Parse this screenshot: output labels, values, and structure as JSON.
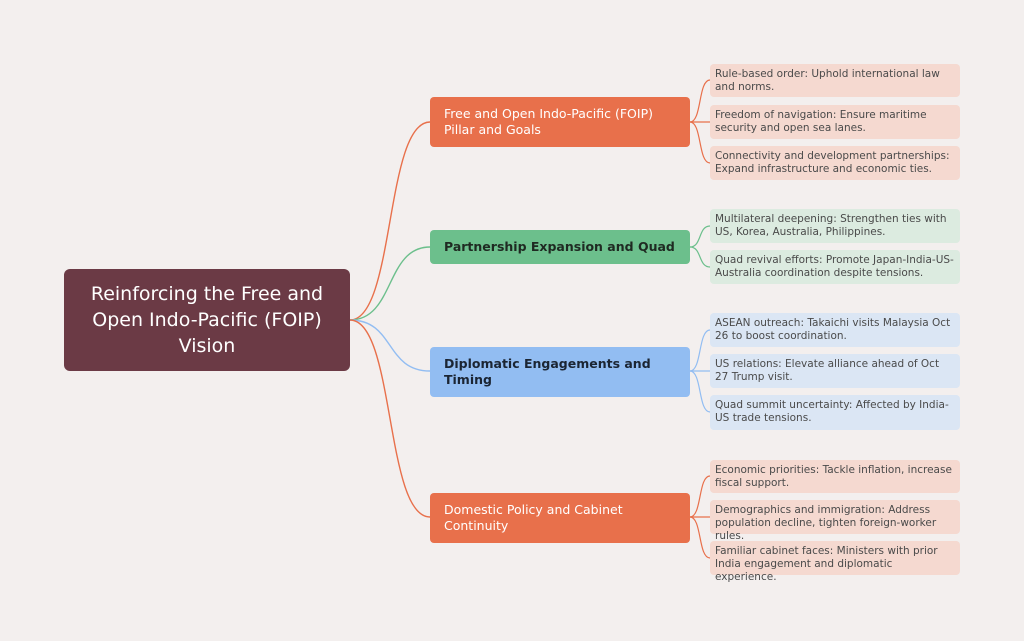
{
  "root": {
    "label": "Reinforcing the Free and Open Indo-Pacific (FOIP) Vision"
  },
  "colors": {
    "root": "#6b3a45",
    "orange": "#e8704b",
    "green": "#6cbf8c",
    "blue": "#92bdf2",
    "background": "#f3efee"
  },
  "branches": [
    {
      "label": "Free and Open Indo-Pacific (FOIP) Pillar and Goals",
      "color": "orange",
      "leaves": [
        "Rule-based order: Uphold international law and norms.",
        "Freedom of navigation: Ensure maritime security and open sea lanes.",
        "Connectivity and development partnerships: Expand infrastructure and economic ties."
      ]
    },
    {
      "label": "Partnership Expansion and Quad",
      "color": "green",
      "leaves": [
        "Multilateral deepening: Strengthen ties with US, Korea, Australia, Philippines.",
        "Quad revival efforts: Promote Japan-India-US-Australia coordination despite tensions."
      ]
    },
    {
      "label": "Diplomatic Engagements and Timing",
      "color": "blue",
      "leaves": [
        "ASEAN outreach: Takaichi visits Malaysia Oct 26 to boost coordination.",
        "US relations: Elevate alliance ahead of Oct 27 Trump visit.",
        "Quad summit uncertainty: Affected by India-US trade tensions."
      ]
    },
    {
      "label": "Domestic Policy and Cabinet Continuity",
      "color": "orange",
      "leaves": [
        "Economic priorities: Tackle inflation, increase fiscal support.",
        "Demographics and immigration: Address population decline, tighten foreign-worker rules.",
        "Familiar cabinet faces: Ministers with prior India engagement and diplomatic experience."
      ]
    }
  ]
}
